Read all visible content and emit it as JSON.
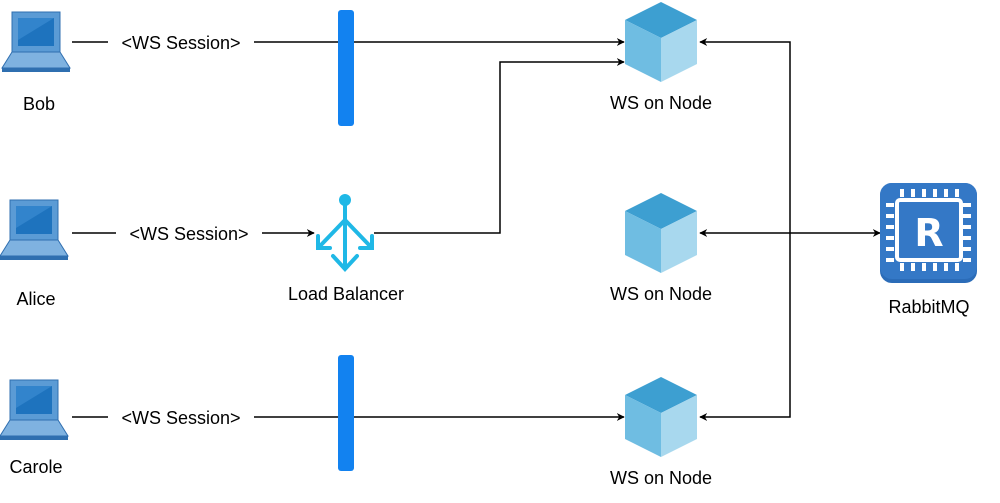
{
  "colors": {
    "laptop_frame": "#5b9bd5",
    "laptop_screen": "#1e73be",
    "divider": "#1282f0",
    "load_balancer": "#1fb8e6",
    "cube_top": "#3d9fd1",
    "cube_left": "#6fbde2",
    "cube_right": "#a8d8ee",
    "rabbitmq_bg": "#2b6cb8",
    "edge": "#000000"
  },
  "clients": [
    {
      "label": "Bob",
      "icon": "laptop-icon"
    },
    {
      "label": "Alice",
      "icon": "laptop-icon"
    },
    {
      "label": "Carole",
      "icon": "laptop-icon"
    }
  ],
  "sessions": [
    {
      "label": "<WS Session>"
    },
    {
      "label": "<WS Session>"
    },
    {
      "label": "<WS Session>"
    }
  ],
  "load_balancer": {
    "label": "Load Balancer",
    "icon": "load-balancer-icon"
  },
  "nodes": [
    {
      "label": "WS on Node",
      "icon": "cube-icon"
    },
    {
      "label": "WS on Node",
      "icon": "cube-icon"
    },
    {
      "label": "WS on Node",
      "icon": "cube-icon"
    }
  ],
  "broker": {
    "label": "RabbitMQ",
    "icon": "rabbitmq-icon",
    "glyph": "R"
  }
}
